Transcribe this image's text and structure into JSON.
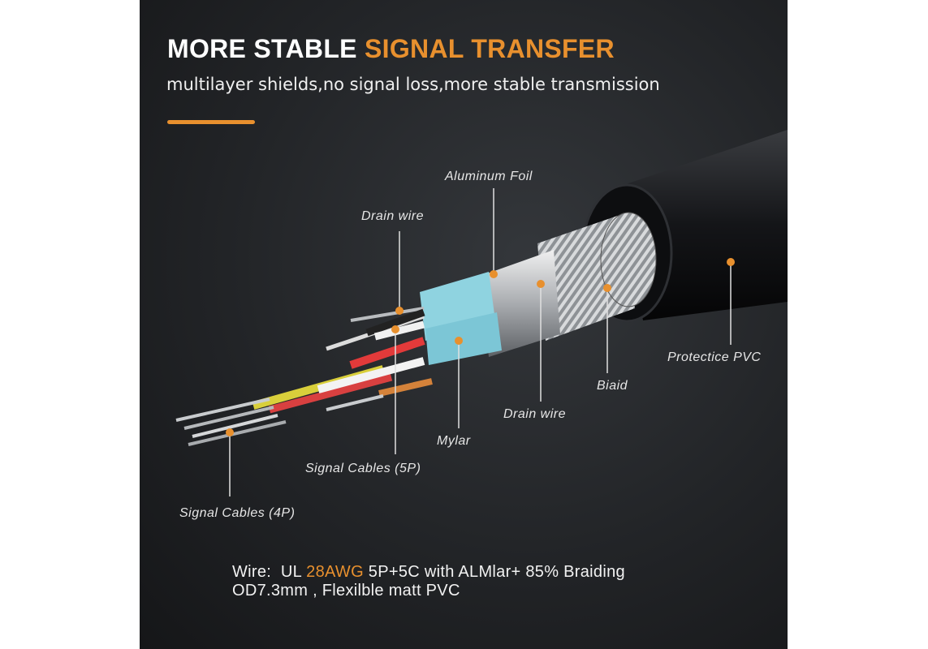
{
  "headline": {
    "white": "MORE STABLE",
    "orange": "SIGNAL TRANSFER"
  },
  "subtitle": "multilayer shields,no signal loss,more stable transmission",
  "labels": {
    "aluminum_foil": "Aluminum Foil",
    "drain_wire_top": "Drain wire",
    "signal_5p": "Signal Cables (5P)",
    "signal_4p": "Signal Cables (4P)",
    "mylar": "Mylar",
    "drain_wire_bottom": "Drain wire",
    "braid": "Biaid",
    "pvc": "Protectice PVC"
  },
  "spec": {
    "line1_prefix": "Wire:  UL ",
    "line1_gauge": "28AWG",
    "line1_suffix": " 5P+5C with ALMlar+ 85% Braiding",
    "line2": "OD7.3mm , Flexilble matt PVC"
  },
  "colors": {
    "accent": "#e8902e",
    "mylar": "#8fd3e0",
    "background": "#222427"
  }
}
